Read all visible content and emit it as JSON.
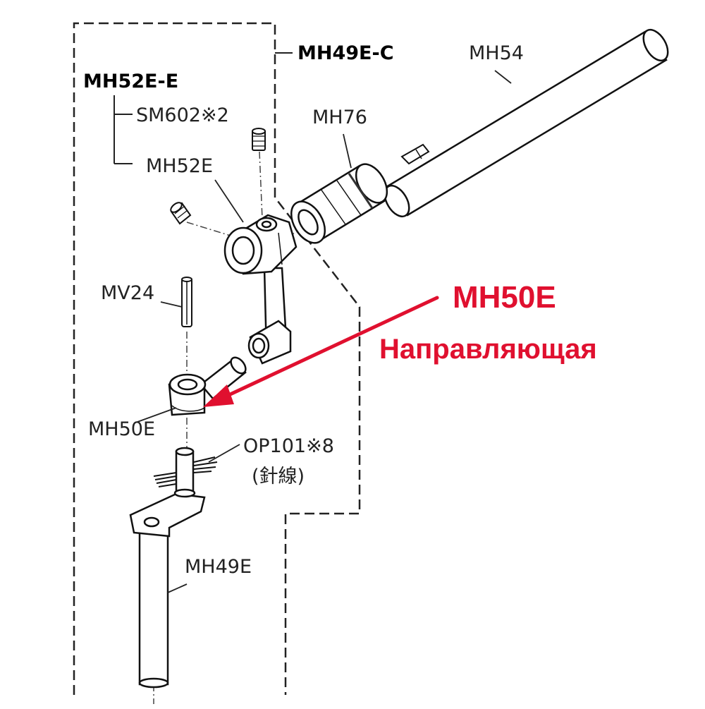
{
  "labels": {
    "mh49e_c": "MH49E-C",
    "mh52e_e": "MH52E-E",
    "sm602": "SM602※2",
    "mh52e": "MH52E",
    "mh76": "MH76",
    "mh54": "MH54",
    "mv24": "MV24",
    "mh50e": "MH50E",
    "op101": "OP101※8",
    "op101_note": "(針線)",
    "mh49e": "MH49E"
  },
  "highlight": {
    "code": "MH50E",
    "description": "Направляющая",
    "color": "#e0102f"
  },
  "colors": {
    "line": "#111111",
    "part_fill": "#ffffff",
    "shade": "#555555"
  }
}
